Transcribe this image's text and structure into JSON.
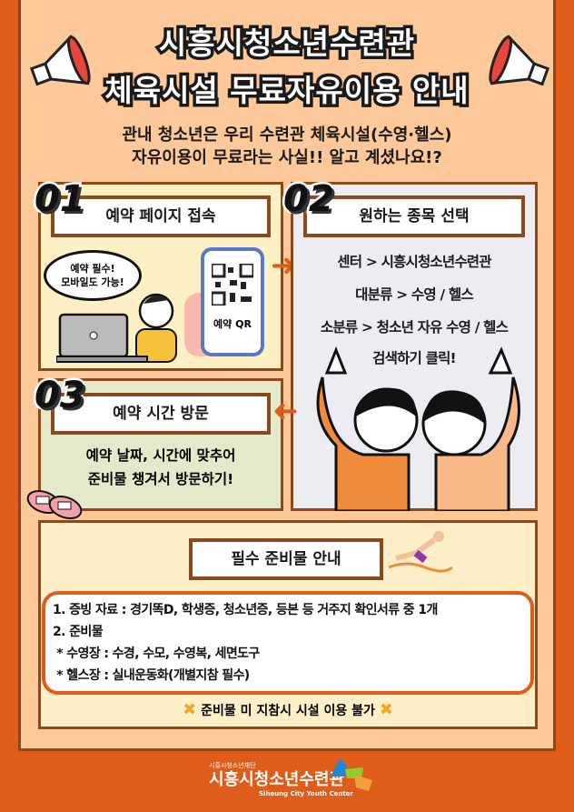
{
  "title": {
    "line1": "시흥시청소년수련관",
    "line2": "체육시설 무료자유이용 안내"
  },
  "subtitle": {
    "line1": "관내 청소년은 우리 수련관 체육시설(수영·헬스)",
    "line2": "자유이용이 무료라는 사실!! 알고 계셨나요!?"
  },
  "step1": {
    "number": "01",
    "label": "예약 페이지 접속",
    "bubble_line1": "예약 필수!",
    "bubble_line2": "모바일도 가능!",
    "qr_label": "예약 QR"
  },
  "step2": {
    "number": "02",
    "label": "원하는 종목 선택",
    "lines": [
      "센터 > 시흥시청소년수련관",
      "대분류 > 수영 / 헬스",
      "소분류 > 청소년 자유 수영 / 헬스",
      "검색하기 클릭!"
    ]
  },
  "step3": {
    "number": "03",
    "label": "예약 시간 방문",
    "line1": "예약 날짜, 시간에 맞추어",
    "line2": "준비물 챙겨서 방문하기!"
  },
  "requirements": {
    "title": "필수 준비물 안내",
    "lines": [
      "1. 증빙 자료 : 경기똑D, 학생증, 청소년증, 등본 등 거주지 확인서류 중 1개",
      "2. 준비물",
      " * 수영장 : 수경, 수모, 수영복, 세면도구",
      " * 헬스장 : 실내운동화(개별지참 필수)"
    ],
    "warning": "준비물 미 지참시 시설 이용 불가"
  },
  "footer": {
    "org": "시흥시청소년재단",
    "name": "시흥시청소년수련관",
    "name_en": "Siheung City Youth Center"
  },
  "colors": {
    "accent": "#e05c1a",
    "brown": "#8a4a1e",
    "peach": "#fdc99a"
  }
}
